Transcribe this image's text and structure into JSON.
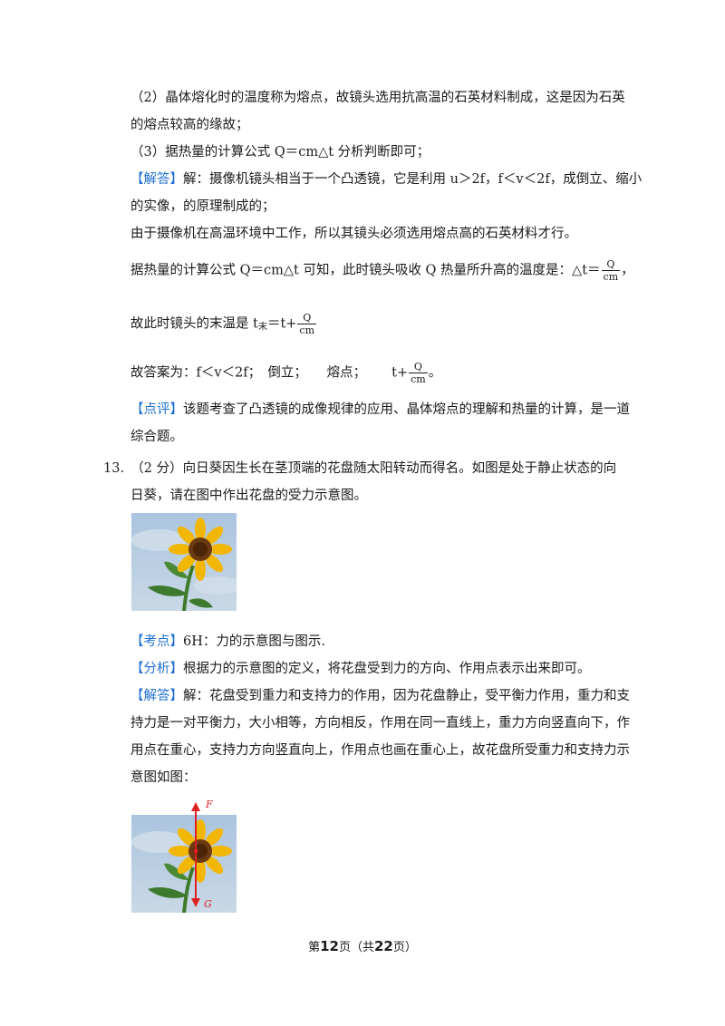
{
  "lines": {
    "l1": "（2）晶体熔化时的温度称为熔点，故镜头选用抗高温的石英材料制成，这是因为石英",
    "l2": "的熔点较高的缘故；",
    "l3": "（3）据热量的计算公式 Q＝cm△t 分析判断即可；",
    "l4_tag": "【解答】",
    "l4": "解：摄像机镜头相当于一个凸透镜，它是利用 u＞2f，f＜v＜2f，成倒立、缩小",
    "l5": "的实像，的原理制成的；",
    "l6": "由于摄像机在高温环境中工作，所以其镜头必须选用熔点高的石英材料才行。",
    "l7": "据热量的计算公式 Q＝cm△t 可知，此时镜头吸收 Q 热量所升高的温度是：△t＝",
    "l7_end": "，",
    "l8": "故此时镜头的末温是 t",
    "l8_sub": "末",
    "l8_eq": "＝",
    "l9": "故答案为：f＜v＜2f；　倒立；　　熔点；",
    "l9_end": "。",
    "l10_tag": "【点评】",
    "l10": "该题考查了凸透镜的成像规律的应用、晶体熔点的理解和热量的计算，是一道",
    "l11": "综合题。",
    "l12": "13.　（2 分）向日葵因生长在茎顶端的花盘随太阳转动而得名。如图是处于静止状态的向",
    "l13": "日葵，请在图中作出花盘的受力示意图。",
    "l14_tag": "【考点】",
    "l14": "6H：力的示意图与图示.",
    "l15_tag": "【分析】",
    "l15": "根据力的示意图的定义，将花盘受到力的方向、作用点表示出来即可。",
    "l16_tag": "【解答】",
    "l16": "解：花盘受到重力和支持力的作用，因为花盘静止，受平衡力作用，重力和支",
    "l17": "持力是一对平衡力，大小相等，方向相反，作用在同一直线上，重力方向竖直向下，作",
    "l18": "用点在重心，支持力方向竖直向上，作用点也画在重心上，故花盘所受重力和支持力示",
    "l19": "意图如图："
  },
  "math": {
    "frac_num": "Q",
    "frac_den": "cm",
    "t_plus": "t+"
  },
  "figure": {
    "label_f": "F",
    "label_g": "G"
  },
  "footer": {
    "pre": "第",
    "page": "12",
    "mid": "页（共",
    "total": "22",
    "post": "页）"
  },
  "colors": {
    "tag_blue": "#1f6fd1",
    "force_red": "#e02020"
  }
}
